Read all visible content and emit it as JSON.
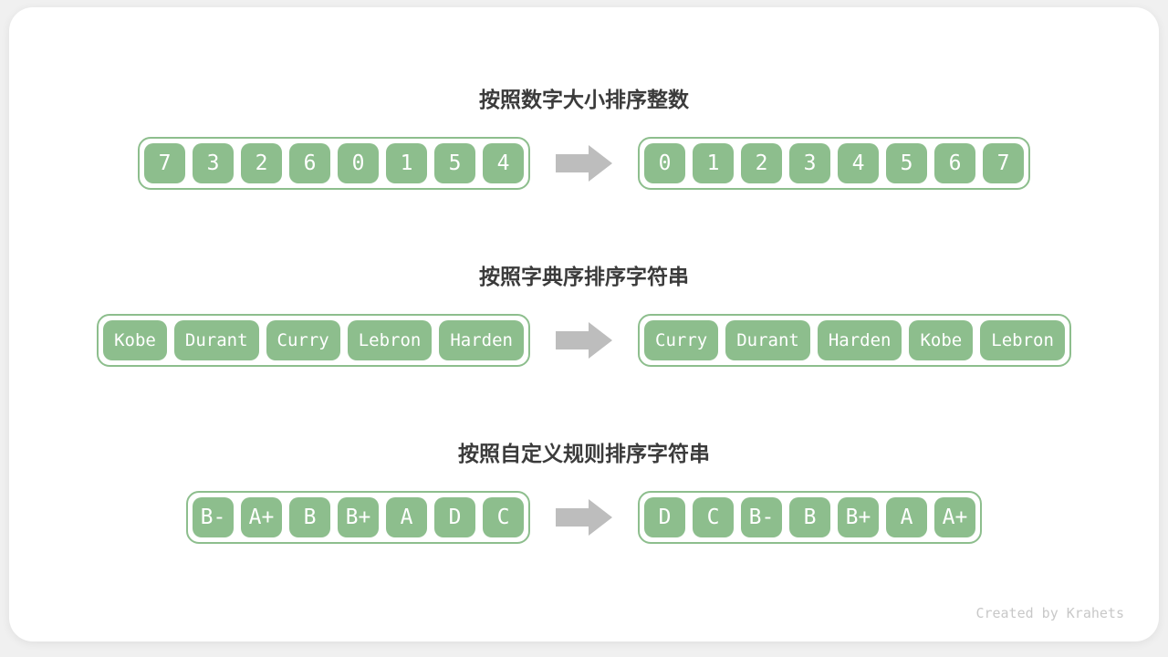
{
  "page": {
    "credit": "Created by Krahets"
  },
  "colors": {
    "green": "#8dbe8d",
    "arrow": "#bdbdbd",
    "title": "#3b3b3b",
    "card_bg": "#ffffff",
    "page_bg": "#f0f0f0",
    "cell_text": "#ffffff",
    "credit": "#c8c8c8"
  },
  "icons": {
    "arrow": "right-block-arrow-icon"
  },
  "rows": [
    {
      "title": "按照数字大小排序整数",
      "style": "square",
      "before": [
        "7",
        "3",
        "2",
        "6",
        "0",
        "1",
        "5",
        "4"
      ],
      "after": [
        "0",
        "1",
        "2",
        "3",
        "4",
        "5",
        "6",
        "7"
      ]
    },
    {
      "title": "按照字典序排序字符串",
      "style": "wide",
      "before": [
        "Kobe",
        "Durant",
        "Curry",
        "Lebron",
        "Harden"
      ],
      "after": [
        "Curry",
        "Durant",
        "Harden",
        "Kobe",
        "Lebron"
      ]
    },
    {
      "title": "按照自定义规则排序字符串",
      "style": "square",
      "before": [
        "B-",
        "A+",
        "B",
        "B+",
        "A",
        "D",
        "C"
      ],
      "after": [
        "D",
        "C",
        "B-",
        "B",
        "B+",
        "A",
        "A+"
      ]
    }
  ]
}
